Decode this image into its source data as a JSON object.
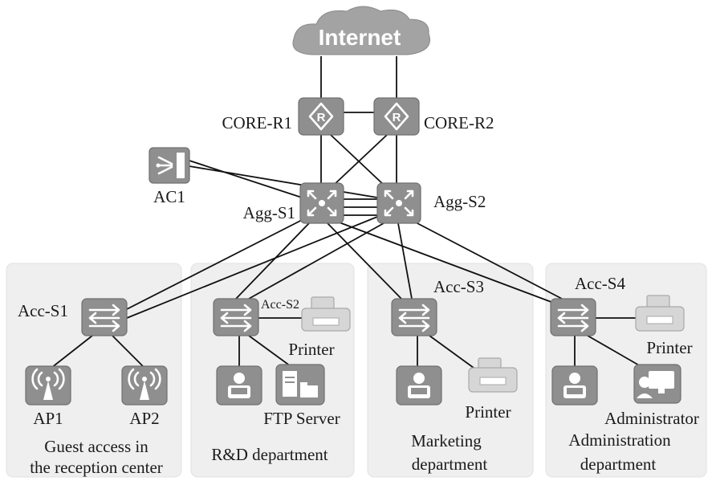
{
  "internet": {
    "label": "Internet"
  },
  "core": {
    "r1": "CORE-R1",
    "r2": "CORE-R2"
  },
  "ac": {
    "label": "AC1"
  },
  "agg": {
    "s1": "Agg-S1",
    "s2": "Agg-S2"
  },
  "access": {
    "s1": "Acc-S1",
    "s2": "Acc-S2",
    "s3": "Acc-S3",
    "s4": "Acc-S4"
  },
  "aps": {
    "ap1": "AP1",
    "ap2": "AP2"
  },
  "endpoints": {
    "printer_rd": "Printer",
    "ftp_server": "FTP Server",
    "printer_marketing": "Printer",
    "printer_admin": "Printer",
    "administrator": "Administrator"
  },
  "zones": {
    "guest": {
      "line1": "Guest access in",
      "line2": "the reception center"
    },
    "rd": {
      "line1": "R&D department"
    },
    "marketing": {
      "line1": "Marketing",
      "line2": "department"
    },
    "admin": {
      "line1": "Administration",
      "line2": "department"
    }
  },
  "colors": {
    "device": "#8f8f8f",
    "cloud": "#a3a3a3",
    "zone": "#efefef",
    "link": "#111111"
  }
}
